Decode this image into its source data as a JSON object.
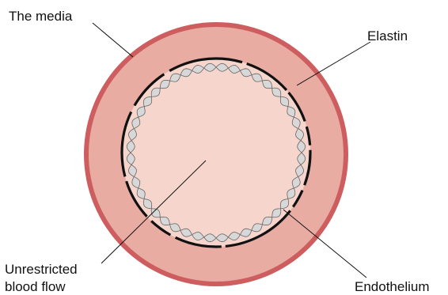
{
  "labels": {
    "media": "The media",
    "elastin": "Elastin",
    "flow_line1": "Unrestricted",
    "flow_line2": "blood flow",
    "endothelium": "Endothelium"
  },
  "colors": {
    "outer_rim": "#cd5d5f",
    "media_fill": "#e8aca3",
    "lumen_fill": "#f5d5cc",
    "endothelium_fill": "#d8d8d8",
    "elastin_stroke": "#111111",
    "leader_line": "#111111"
  }
}
